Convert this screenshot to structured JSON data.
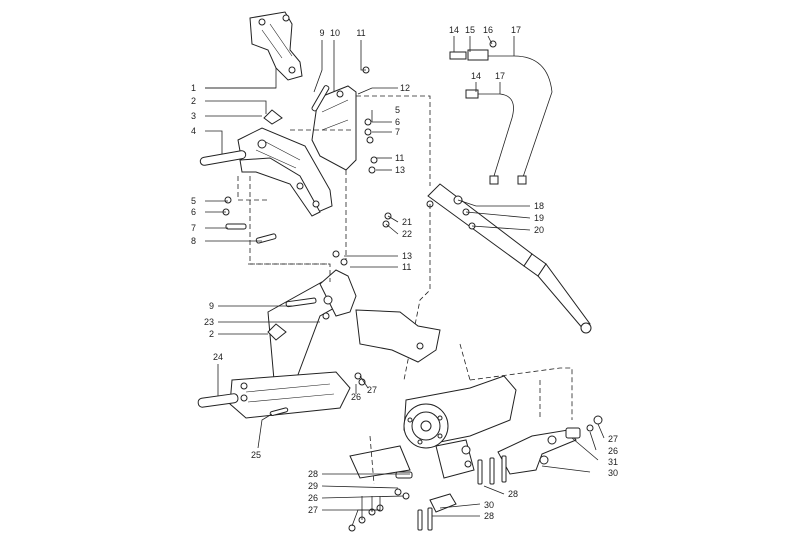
{
  "diagram": {
    "callouts": [
      {
        "id": "c1",
        "label": "1"
      },
      {
        "id": "c2a",
        "label": "2"
      },
      {
        "id": "c3",
        "label": "3"
      },
      {
        "id": "c4",
        "label": "4"
      },
      {
        "id": "c5a",
        "label": "5"
      },
      {
        "id": "c6a",
        "label": "6"
      },
      {
        "id": "c7a",
        "label": "7"
      },
      {
        "id": "c8",
        "label": "8"
      },
      {
        "id": "c9a",
        "label": "9"
      },
      {
        "id": "c10",
        "label": "10"
      },
      {
        "id": "c11a",
        "label": "11"
      },
      {
        "id": "c12",
        "label": "12"
      },
      {
        "id": "c5b",
        "label": "5"
      },
      {
        "id": "c6b",
        "label": "6"
      },
      {
        "id": "c7b",
        "label": "7"
      },
      {
        "id": "c11b",
        "label": "11"
      },
      {
        "id": "c13a",
        "label": "13"
      },
      {
        "id": "c21",
        "label": "21"
      },
      {
        "id": "c22",
        "label": "22"
      },
      {
        "id": "c13b",
        "label": "13"
      },
      {
        "id": "c11c",
        "label": "11"
      },
      {
        "id": "c14a",
        "label": "14"
      },
      {
        "id": "c15",
        "label": "15"
      },
      {
        "id": "c16",
        "label": "16"
      },
      {
        "id": "c17a",
        "label": "17"
      },
      {
        "id": "c14b",
        "label": "14"
      },
      {
        "id": "c17b",
        "label": "17"
      },
      {
        "id": "c18",
        "label": "18"
      },
      {
        "id": "c19",
        "label": "19"
      },
      {
        "id": "c20",
        "label": "20"
      },
      {
        "id": "c9b",
        "label": "9"
      },
      {
        "id": "c23",
        "label": "23"
      },
      {
        "id": "c2b",
        "label": "2"
      },
      {
        "id": "c24",
        "label": "24"
      },
      {
        "id": "c27a",
        "label": "27"
      },
      {
        "id": "c26a",
        "label": "26"
      },
      {
        "id": "c25",
        "label": "25"
      },
      {
        "id": "c27b",
        "label": "27"
      },
      {
        "id": "c26b",
        "label": "26"
      },
      {
        "id": "c31",
        "label": "31"
      },
      {
        "id": "c30a",
        "label": "30"
      },
      {
        "id": "c28a",
        "label": "28"
      },
      {
        "id": "c28b",
        "label": "28"
      },
      {
        "id": "c29",
        "label": "29"
      },
      {
        "id": "c26c",
        "label": "26"
      },
      {
        "id": "c30b",
        "label": "30"
      },
      {
        "id": "c27c",
        "label": "27"
      },
      {
        "id": "c28c",
        "label": "28"
      }
    ]
  }
}
